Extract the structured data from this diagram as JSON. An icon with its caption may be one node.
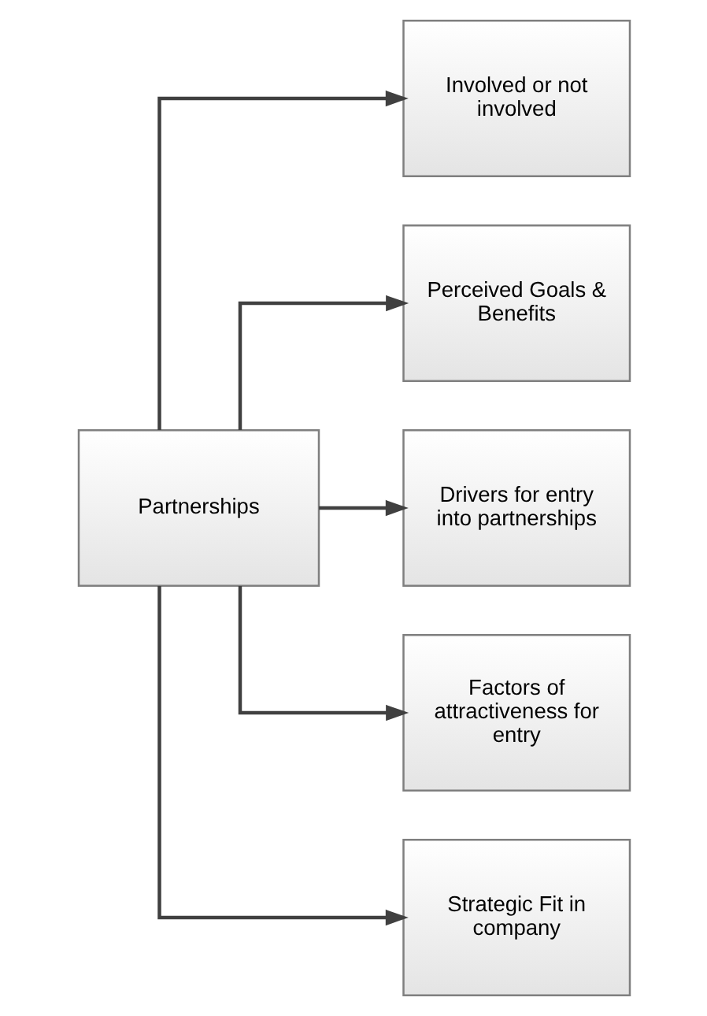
{
  "diagram": {
    "nodes": [
      {
        "text": [
          "Partnerships"
        ]
      },
      {
        "text": [
          "Involved or not involved"
        ]
      },
      {
        "text": [
          "Perceived Goals & Benefits"
        ]
      },
      {
        "text": [
          "Drivers for entry into partnerships"
        ]
      },
      {
        "text": [
          "Factors of attractiveness for entry"
        ]
      },
      {
        "text": [
          "Strategic Fit in company"
        ]
      }
    ],
    "edges": [
      {
        "from": 0,
        "to": 1,
        "arrow": "to"
      },
      {
        "from": 0,
        "to": 2,
        "arrow": "to"
      },
      {
        "from": 0,
        "to": 3,
        "arrow": "to"
      },
      {
        "from": 0,
        "to": 4,
        "arrow": "to"
      },
      {
        "from": 0,
        "to": 5,
        "arrow": "to"
      }
    ]
  }
}
